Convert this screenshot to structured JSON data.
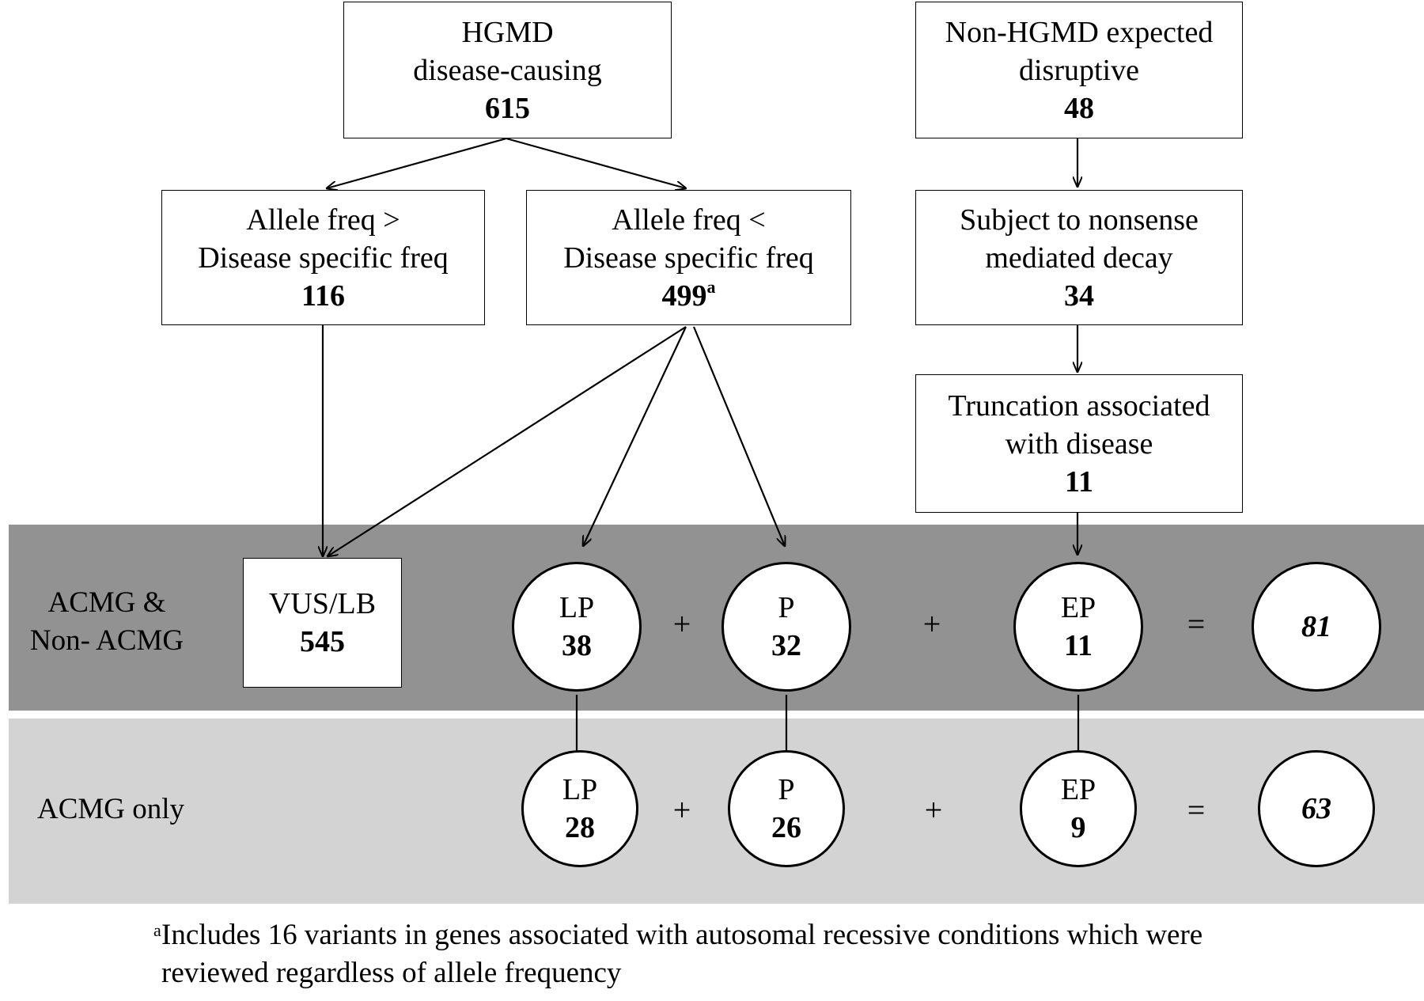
{
  "flow": {
    "hgmd": {
      "title1": "HGMD",
      "title2": "disease-causing",
      "count": "615"
    },
    "af_high": {
      "line1": "Allele  freq >",
      "line2": "Disease specific  freq",
      "count": "116"
    },
    "af_low": {
      "line1": "Allele  freq <",
      "line2": "Disease specific  freq",
      "count": "499",
      "sup": "a"
    },
    "non_hgmd": {
      "line1": "Non-HGMD expected",
      "line2": "disruptive",
      "count": "48"
    },
    "nmd": {
      "line1": "Subject to nonsense",
      "line2": "mediated decay",
      "count": "34"
    },
    "truncation": {
      "line1": "Truncation associated",
      "line2": "with disease",
      "count": "11"
    }
  },
  "row1": {
    "label1": "ACMG &",
    "label2": "Non- ACMG",
    "vus": {
      "label": "VUS/LB",
      "count": "545"
    },
    "lp": {
      "label": "LP",
      "count": "38"
    },
    "p": {
      "label": "P",
      "count": "32"
    },
    "ep": {
      "label": "EP",
      "count": "11"
    },
    "total": "81"
  },
  "row2": {
    "label": "ACMG only",
    "lp": {
      "label": "LP",
      "count": "28"
    },
    "p": {
      "label": "P",
      "count": "26"
    },
    "ep": {
      "label": "EP",
      "count": "9"
    },
    "total": "63"
  },
  "operators": {
    "plus": "+",
    "equals": "="
  },
  "footnote": {
    "marker": "a",
    "line1": "Includes 16 variants in genes associated with autosomal recessive conditions which were",
    "line2": "reviewed regardless of allele frequency"
  }
}
